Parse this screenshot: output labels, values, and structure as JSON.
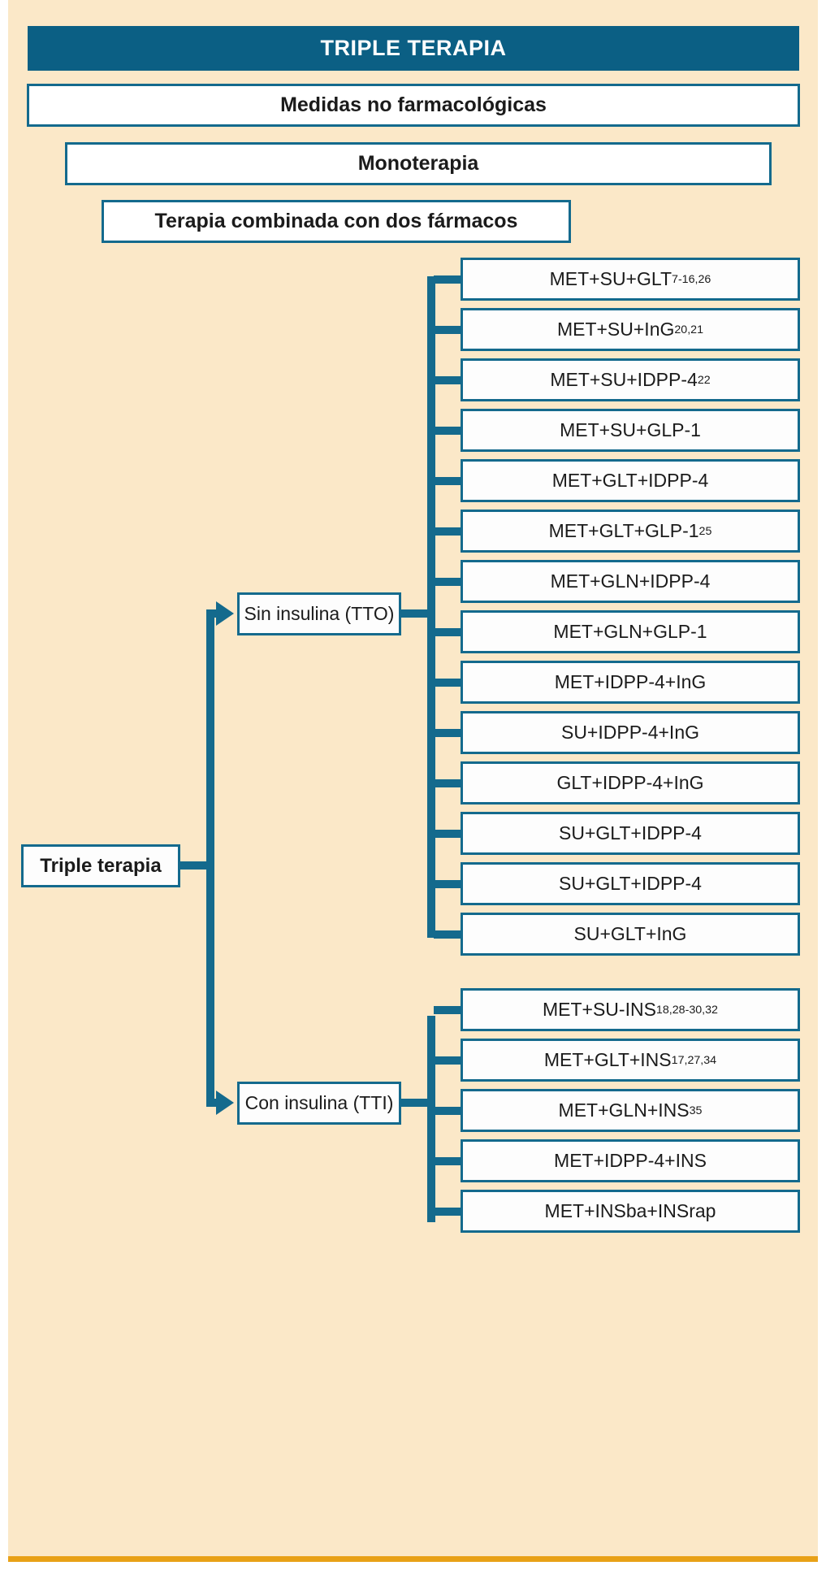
{
  "header": {
    "title": "TRIPLE TERAPIA",
    "steps": [
      {
        "label": "Medidas no farmacológicas"
      },
      {
        "label": "Monoterapia"
      },
      {
        "label": "Terapia combinada con dos fármacos"
      }
    ]
  },
  "root": {
    "label": "Triple terapia"
  },
  "branches": [
    {
      "label": "Sin insulina (TTO)",
      "items": [
        {
          "text": "MET+SU+GLT",
          "sup": "7-16,26"
        },
        {
          "text": "MET+SU+InG",
          "sup": "20,21"
        },
        {
          "text": "MET+SU+IDPP-4",
          "sup": "22"
        },
        {
          "text": "MET+SU+GLP-1",
          "sup": ""
        },
        {
          "text": "MET+GLT+IDPP-4",
          "sup": ""
        },
        {
          "text": "MET+GLT+GLP-1",
          "sup": "25"
        },
        {
          "text": "MET+GLN+IDPP-4",
          "sup": ""
        },
        {
          "text": "MET+GLN+GLP-1",
          "sup": ""
        },
        {
          "text": "MET+IDPP-4+InG",
          "sup": ""
        },
        {
          "text": "SU+IDPP-4+InG",
          "sup": ""
        },
        {
          "text": "GLT+IDPP-4+InG",
          "sup": ""
        },
        {
          "text": "SU+GLT+IDPP-4",
          "sup": ""
        },
        {
          "text": "SU+GLT+IDPP-4",
          "sup": ""
        },
        {
          "text": "SU+GLT+InG",
          "sup": ""
        }
      ]
    },
    {
      "label": "Con insulina (TTI)",
      "items": [
        {
          "text": "MET+SU-INS",
          "sup": "18,28-30,32"
        },
        {
          "text": "MET+GLT+INS",
          "sup": "17,27,34"
        },
        {
          "text": "MET+GLN+INS",
          "sup": "35"
        },
        {
          "text": "MET+IDPP-4+INS",
          "sup": ""
        },
        {
          "text": "MET+INSba+INSrap",
          "sup": ""
        }
      ]
    }
  ],
  "colors": {
    "page_background": "#fbe8c8",
    "accent": "#146a8d",
    "header_fill": "#0b5f84",
    "box_fill": "#ffffff",
    "bottom_rule": "#e8a117"
  }
}
